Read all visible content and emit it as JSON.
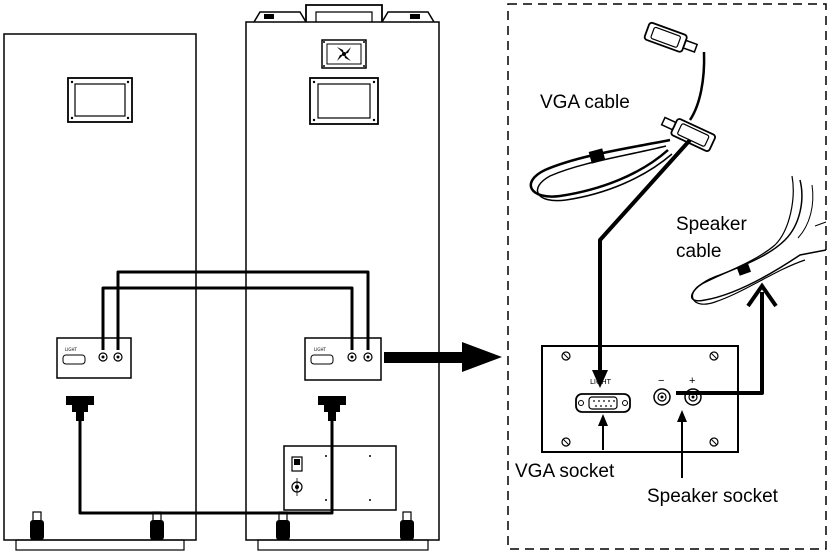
{
  "labels": {
    "vga_cable": "VGA cable",
    "speaker_cable_line1": "Speaker",
    "speaker_cable_line2": "cable",
    "vga_socket": "VGA socket",
    "speaker_socket": "Speaker socket",
    "panel_light": "LIGHT",
    "panel_minus": "−",
    "panel_plus": "+"
  },
  "icons": {
    "fan": "fan-icon",
    "power_switch": "power-switch-icon",
    "power_inlet": "power-inlet-icon"
  }
}
